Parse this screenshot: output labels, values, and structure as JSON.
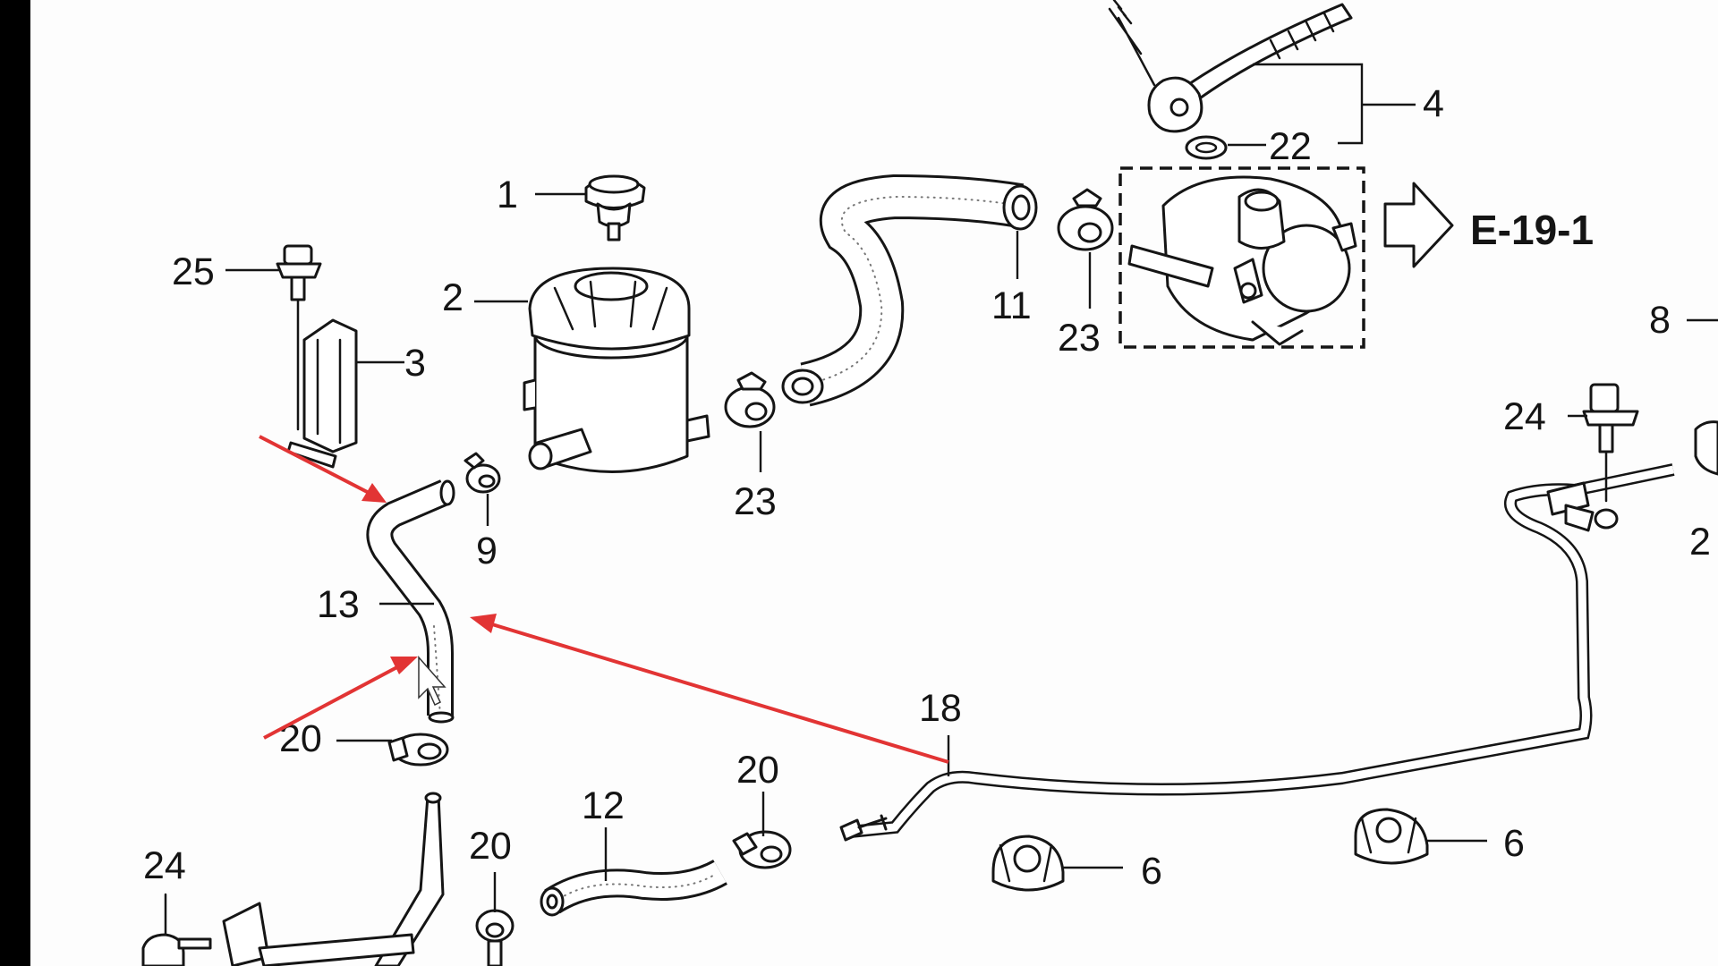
{
  "diagram": {
    "callouts": {
      "c1": "1",
      "c2": "2",
      "c3": "3",
      "c4": "4",
      "c6a": "6",
      "c6b": "6",
      "c8": "8",
      "c9": "9",
      "c11": "11",
      "c12": "12",
      "c13": "13",
      "c18": "18",
      "c20a": "20",
      "c20b": "20",
      "c20c": "20",
      "c22": "22",
      "c23a": "23",
      "c23b": "23",
      "c24a": "24",
      "c24b": "24",
      "c25": "25",
      "c26": "2"
    },
    "reference_label": "E-19-1",
    "annotation_color": "#e23434"
  }
}
